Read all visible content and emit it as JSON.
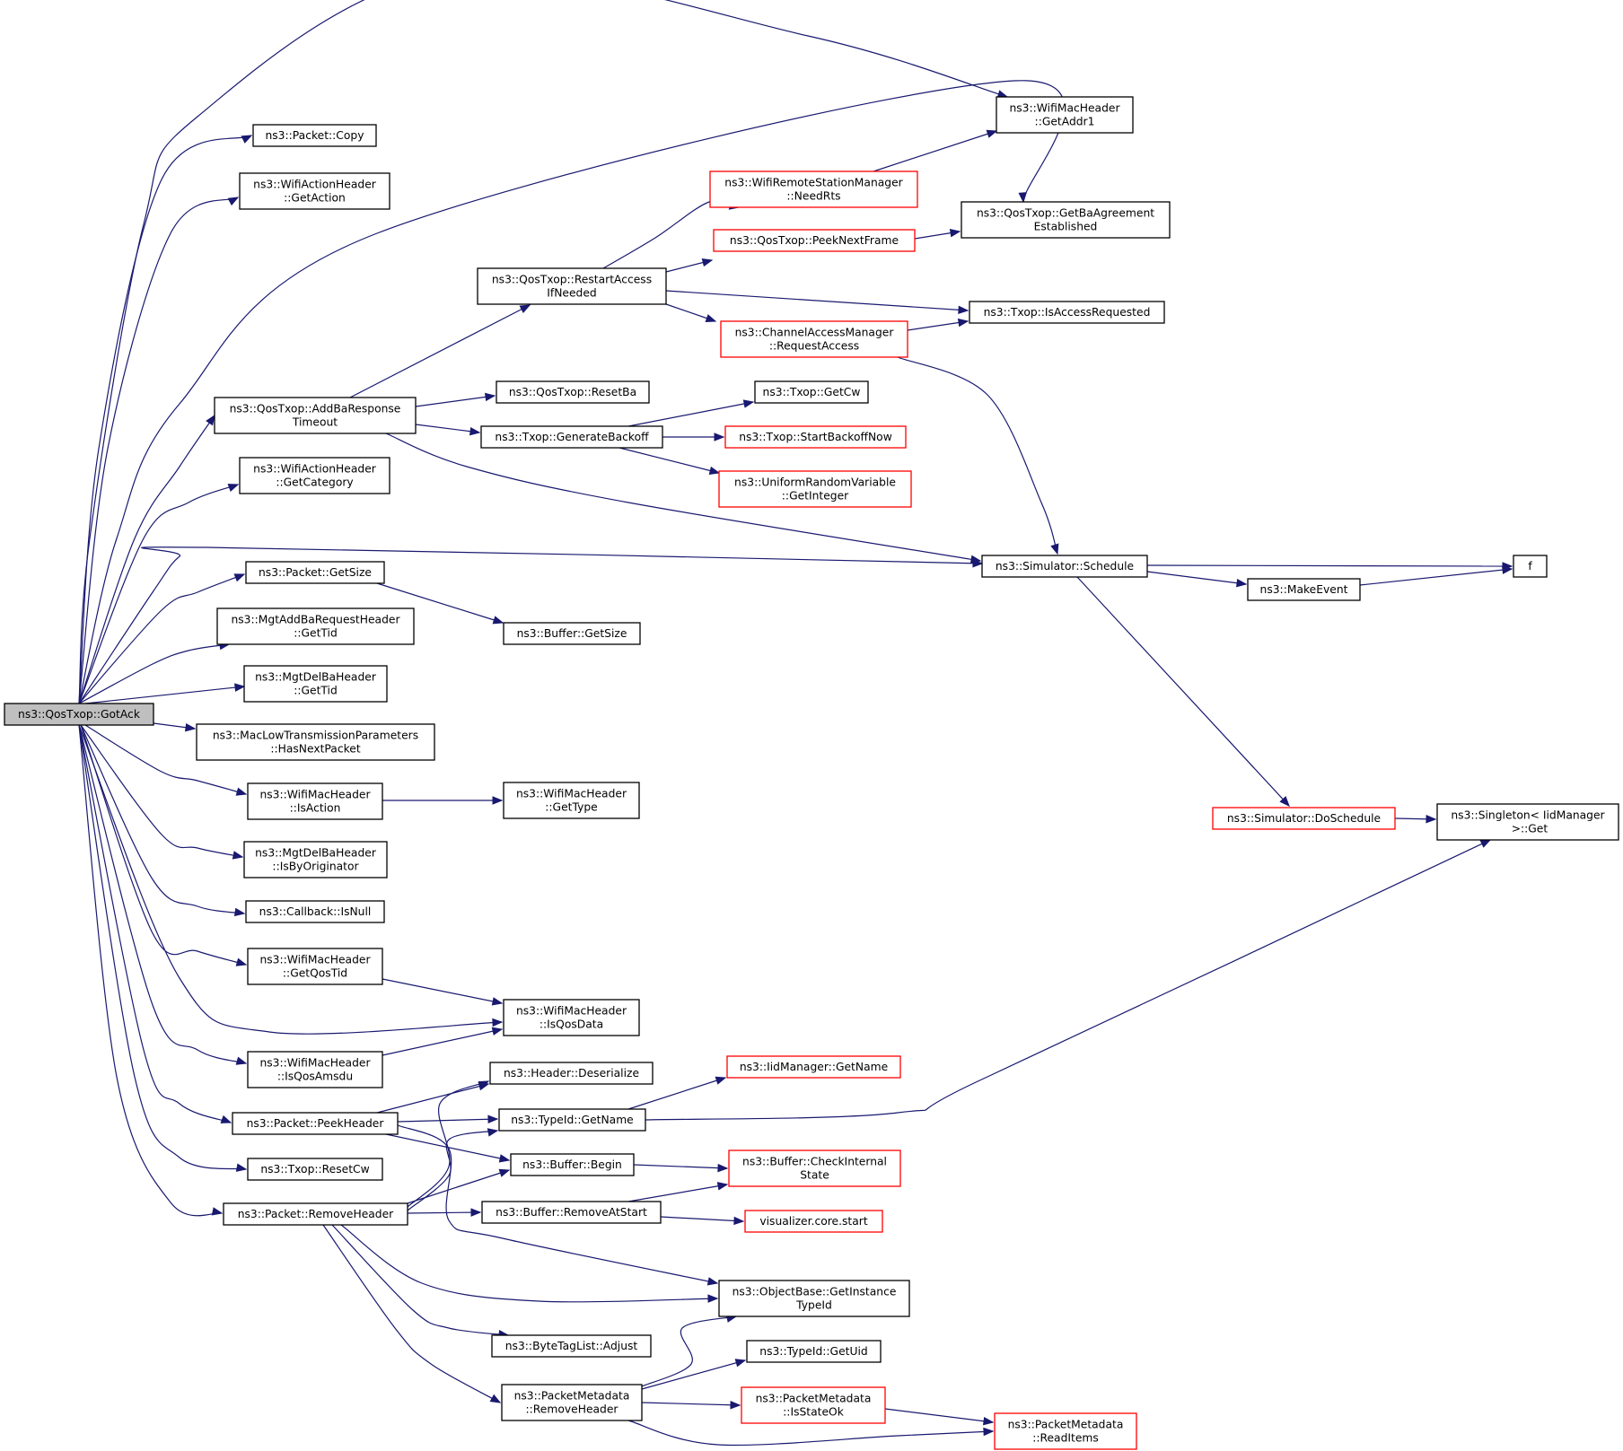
{
  "graph": {
    "root": "n0",
    "colors": {
      "edge": "#191970",
      "node_border": "#000000",
      "truncated_node_border": "#ff0000",
      "root_fill": "#bfbfbf"
    },
    "nodes": {
      "n0": {
        "lines": [
          "ns3::QosTxop::GotAck"
        ],
        "style": "root"
      },
      "n1": {
        "lines": [
          "ns3::WifiMacHeader",
          "::GetAddr1"
        ],
        "style": "normal"
      },
      "n2": {
        "lines": [
          "ns3::Packet::Copy"
        ],
        "style": "normal"
      },
      "n3": {
        "lines": [
          "ns3::WifiActionHeader",
          "::GetAction"
        ],
        "style": "normal"
      },
      "n4": {
        "lines": [
          "ns3::QosTxop::GetBaAgreement",
          "Established"
        ],
        "style": "normal"
      },
      "n5": {
        "lines": [
          "ns3::QosTxop::AddBaResponse",
          "Timeout"
        ],
        "style": "normal"
      },
      "n6": {
        "lines": [
          "ns3::WifiActionHeader",
          "::GetCategory"
        ],
        "style": "normal"
      },
      "n7": {
        "lines": [
          "ns3::Simulator::Schedule"
        ],
        "style": "normal"
      },
      "n8": {
        "lines": [
          "ns3::Packet::GetSize"
        ],
        "style": "normal"
      },
      "n9": {
        "lines": [
          "ns3::MgtAddBaRequestHeader",
          "::GetTid"
        ],
        "style": "normal"
      },
      "n10": {
        "lines": [
          "ns3::MgtDelBaHeader",
          "::GetTid"
        ],
        "style": "normal"
      },
      "n11": {
        "lines": [
          "ns3::MacLowTransmissionParameters",
          "::HasNextPacket"
        ],
        "style": "normal"
      },
      "n12": {
        "lines": [
          "ns3::WifiMacHeader",
          "::IsAction"
        ],
        "style": "normal"
      },
      "n13": {
        "lines": [
          "ns3::MgtDelBaHeader",
          "::IsByOriginator"
        ],
        "style": "normal"
      },
      "n14": {
        "lines": [
          "ns3::Callback::IsNull"
        ],
        "style": "normal"
      },
      "n15": {
        "lines": [
          "ns3::WifiMacHeader",
          "::GetQosTid"
        ],
        "style": "normal"
      },
      "n16": {
        "lines": [
          "ns3::WifiMacHeader",
          "::IsQosData"
        ],
        "style": "normal"
      },
      "n17": {
        "lines": [
          "ns3::WifiMacHeader",
          "::IsQosAmsdu"
        ],
        "style": "normal"
      },
      "n18": {
        "lines": [
          "ns3::Packet::PeekHeader"
        ],
        "style": "normal"
      },
      "n19": {
        "lines": [
          "ns3::Txop::ResetCw"
        ],
        "style": "normal"
      },
      "n20": {
        "lines": [
          "ns3::Packet::RemoveHeader"
        ],
        "style": "normal"
      },
      "n21": {
        "lines": [
          "ns3::QosTxop::RestartAccess",
          "IfNeeded"
        ],
        "style": "normal"
      },
      "n22": {
        "lines": [
          "ns3::QosTxop::ResetBa"
        ],
        "style": "normal"
      },
      "n23": {
        "lines": [
          "ns3::Txop::GenerateBackoff"
        ],
        "style": "normal"
      },
      "n24": {
        "lines": [
          "ns3::WifiRemoteStationManager",
          "::NeedRts"
        ],
        "style": "truncated"
      },
      "n25": {
        "lines": [
          "ns3::QosTxop::PeekNextFrame"
        ],
        "style": "truncated"
      },
      "n26": {
        "lines": [
          "ns3::Txop::IsAccessRequested"
        ],
        "style": "normal"
      },
      "n27": {
        "lines": [
          "ns3::ChannelAccessManager",
          "::RequestAccess"
        ],
        "style": "truncated"
      },
      "n28": {
        "lines": [
          "ns3::Txop::GetCw"
        ],
        "style": "normal"
      },
      "n29": {
        "lines": [
          "ns3::Txop::StartBackoffNow"
        ],
        "style": "truncated"
      },
      "n30": {
        "lines": [
          "ns3::UniformRandomVariable",
          "::GetInteger"
        ],
        "style": "truncated"
      },
      "n31": {
        "lines": [
          "f"
        ],
        "style": "normal"
      },
      "n32": {
        "lines": [
          "ns3::MakeEvent"
        ],
        "style": "normal"
      },
      "n33": {
        "lines": [
          "ns3::Simulator::DoSchedule"
        ],
        "style": "truncated"
      },
      "n34": {
        "lines": [
          "ns3::Singleton< IidManager",
          " >::Get"
        ],
        "style": "normal"
      },
      "n35": {
        "lines": [
          "ns3::Buffer::GetSize"
        ],
        "style": "normal"
      },
      "n36": {
        "lines": [
          "ns3::WifiMacHeader",
          "::GetType"
        ],
        "style": "normal"
      },
      "n37": {
        "lines": [
          "ns3::Header::Deserialize"
        ],
        "style": "normal"
      },
      "n38": {
        "lines": [
          "ns3::TypeId::GetName"
        ],
        "style": "normal"
      },
      "n39": {
        "lines": [
          "ns3::IidManager::GetName"
        ],
        "style": "truncated"
      },
      "n40": {
        "lines": [
          "ns3::Buffer::Begin"
        ],
        "style": "normal"
      },
      "n41": {
        "lines": [
          "ns3::Buffer::CheckInternal",
          "State"
        ],
        "style": "truncated"
      },
      "n42": {
        "lines": [
          "ns3::Buffer::RemoveAtStart"
        ],
        "style": "normal"
      },
      "n43": {
        "lines": [
          "visualizer.core.start"
        ],
        "style": "truncated"
      },
      "n44": {
        "lines": [
          "ns3::ObjectBase::GetInstance",
          "TypeId"
        ],
        "style": "normal"
      },
      "n45": {
        "lines": [
          "ns3::ByteTagList::Adjust"
        ],
        "style": "normal"
      },
      "n46": {
        "lines": [
          "ns3::PacketMetadata",
          "::RemoveHeader"
        ],
        "style": "normal"
      },
      "n47": {
        "lines": [
          "ns3::TypeId::GetUid"
        ],
        "style": "normal"
      },
      "n48": {
        "lines": [
          "ns3::PacketMetadata",
          "::IsStateOk"
        ],
        "style": "truncated"
      },
      "n49": {
        "lines": [
          "ns3::PacketMetadata",
          "::ReadItems"
        ],
        "style": "truncated"
      }
    },
    "edges": [
      [
        "n0",
        "n1"
      ],
      [
        "n0",
        "n2"
      ],
      [
        "n0",
        "n3"
      ],
      [
        "n0",
        "n4"
      ],
      [
        "n0",
        "n5"
      ],
      [
        "n0",
        "n6"
      ],
      [
        "n0",
        "n7"
      ],
      [
        "n0",
        "n8"
      ],
      [
        "n0",
        "n9"
      ],
      [
        "n0",
        "n10"
      ],
      [
        "n0",
        "n11"
      ],
      [
        "n0",
        "n12"
      ],
      [
        "n0",
        "n13"
      ],
      [
        "n0",
        "n14"
      ],
      [
        "n0",
        "n15"
      ],
      [
        "n0",
        "n16"
      ],
      [
        "n0",
        "n17"
      ],
      [
        "n0",
        "n18"
      ],
      [
        "n0",
        "n19"
      ],
      [
        "n0",
        "n20"
      ],
      [
        "n5",
        "n21"
      ],
      [
        "n5",
        "n22"
      ],
      [
        "n5",
        "n23"
      ],
      [
        "n5",
        "n7"
      ],
      [
        "n21",
        "n24"
      ],
      [
        "n21",
        "n25"
      ],
      [
        "n21",
        "n26"
      ],
      [
        "n21",
        "n27"
      ],
      [
        "n24",
        "n1"
      ],
      [
        "n25",
        "n4"
      ],
      [
        "n27",
        "n26"
      ],
      [
        "n27",
        "n7"
      ],
      [
        "n23",
        "n28"
      ],
      [
        "n23",
        "n29"
      ],
      [
        "n23",
        "n30"
      ],
      [
        "n7",
        "n31"
      ],
      [
        "n7",
        "n32"
      ],
      [
        "n7",
        "n33"
      ],
      [
        "n32",
        "n31"
      ],
      [
        "n33",
        "n34"
      ],
      [
        "n8",
        "n35"
      ],
      [
        "n12",
        "n36"
      ],
      [
        "n15",
        "n16"
      ],
      [
        "n17",
        "n16"
      ],
      [
        "n18",
        "n37"
      ],
      [
        "n18",
        "n38"
      ],
      [
        "n18",
        "n40"
      ],
      [
        "n18",
        "n44"
      ],
      [
        "n38",
        "n39"
      ],
      [
        "n38",
        "n34"
      ],
      [
        "n40",
        "n41"
      ],
      [
        "n20",
        "n37"
      ],
      [
        "n20",
        "n38"
      ],
      [
        "n20",
        "n40"
      ],
      [
        "n20",
        "n42"
      ],
      [
        "n20",
        "n44"
      ],
      [
        "n20",
        "n45"
      ],
      [
        "n20",
        "n46"
      ],
      [
        "n42",
        "n41"
      ],
      [
        "n42",
        "n43"
      ],
      [
        "n46",
        "n44"
      ],
      [
        "n46",
        "n47"
      ],
      [
        "n46",
        "n48"
      ],
      [
        "n46",
        "n49"
      ],
      [
        "n48",
        "n49"
      ]
    ]
  }
}
